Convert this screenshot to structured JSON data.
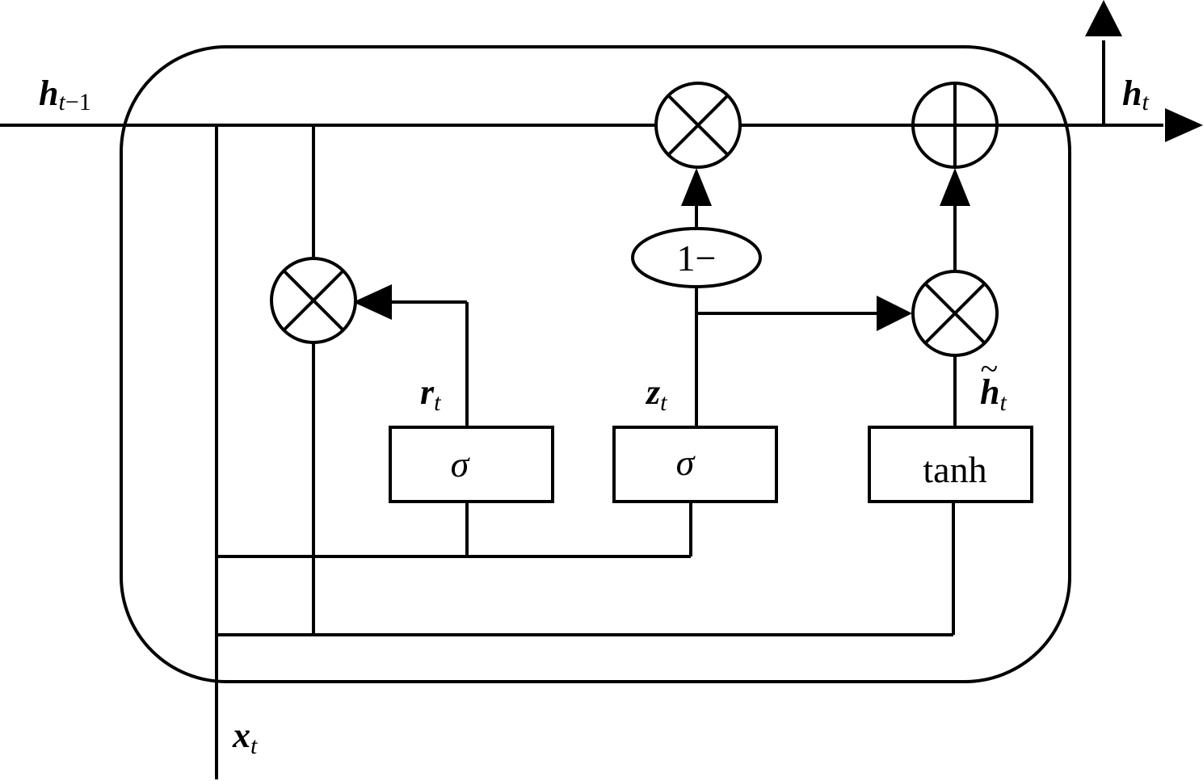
{
  "inputs": {
    "h_prev": {
      "var": "h",
      "sub": "t",
      "sub_rest": "−1"
    },
    "x": {
      "var": "x",
      "sub": "t"
    }
  },
  "output": {
    "var": "h",
    "sub": "t"
  },
  "gates": {
    "reset": {
      "var": "r",
      "sub": "t",
      "func": "σ"
    },
    "update": {
      "var": "z",
      "sub": "t",
      "func": "σ"
    },
    "candidate": {
      "var": "h",
      "sub": "t",
      "accent": "~",
      "func": "tanh"
    }
  },
  "ops": {
    "one_minus": "1−"
  }
}
